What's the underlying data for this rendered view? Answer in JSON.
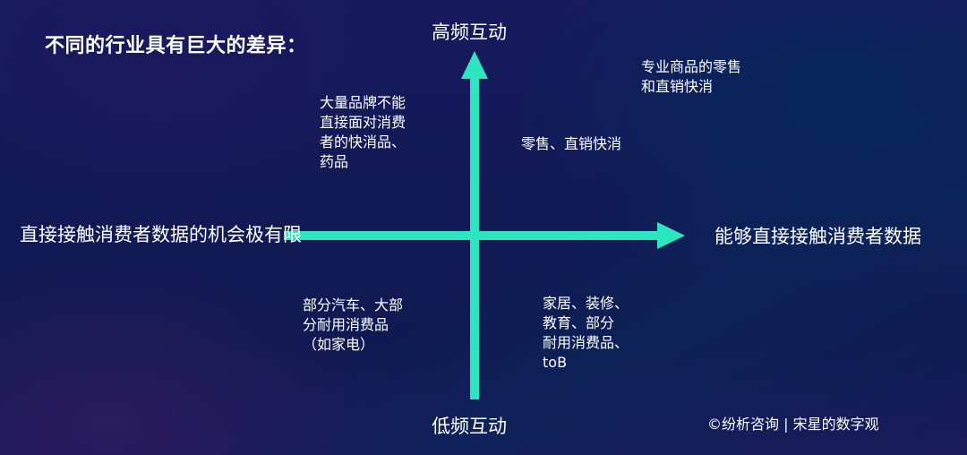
{
  "slide": {
    "title": "不同的行业具有巨大的差异：",
    "accent_color": "#2de6c0",
    "background_color": "#15195a"
  },
  "axes": {
    "vertical": {
      "top_label": "高频互动",
      "bottom_label": "低频互动"
    },
    "horizontal": {
      "left_label": "直接接触消费者数据的机会极有限",
      "right_label": "能够直接接触消费者数据"
    }
  },
  "quadrants": {
    "top_left": "大量品牌不能\n直接面对消费\n者的快消品、\n药品",
    "top_right": "零售、直销快消",
    "top_right_outer": "专业商品的零售\n和直销快消",
    "bottom_left": "部分汽车、大部\n分耐用消费品\n（如家电）",
    "bottom_right": "家居、装修、\n教育、部分\n耐用消费品、\ntoB"
  },
  "footer": {
    "credit": "©纷析咨询 | 宋星的数字观"
  }
}
